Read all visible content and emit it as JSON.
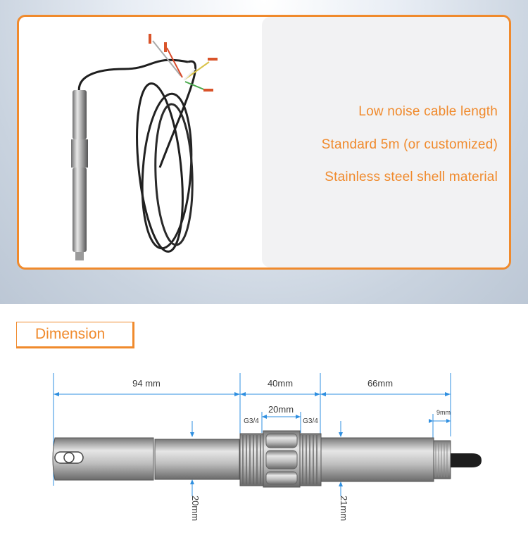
{
  "features": [
    "Low noise cable length",
    "Standard 5m (or customized)",
    "Stainless steel shell material"
  ],
  "section": {
    "title": "Dimension"
  },
  "dimensions": {
    "d1": "94 mm",
    "d2": "40mm",
    "d3": "66mm",
    "d4": "20mm",
    "thread_left": "G3/4",
    "thread_right": "G3/4",
    "d5": "9mm",
    "diam1": "20mm",
    "diam2": "21mm"
  },
  "colors": {
    "accent": "#f08a2c",
    "dim_line": "#2f8fe0",
    "text": "#3a3a3a"
  }
}
